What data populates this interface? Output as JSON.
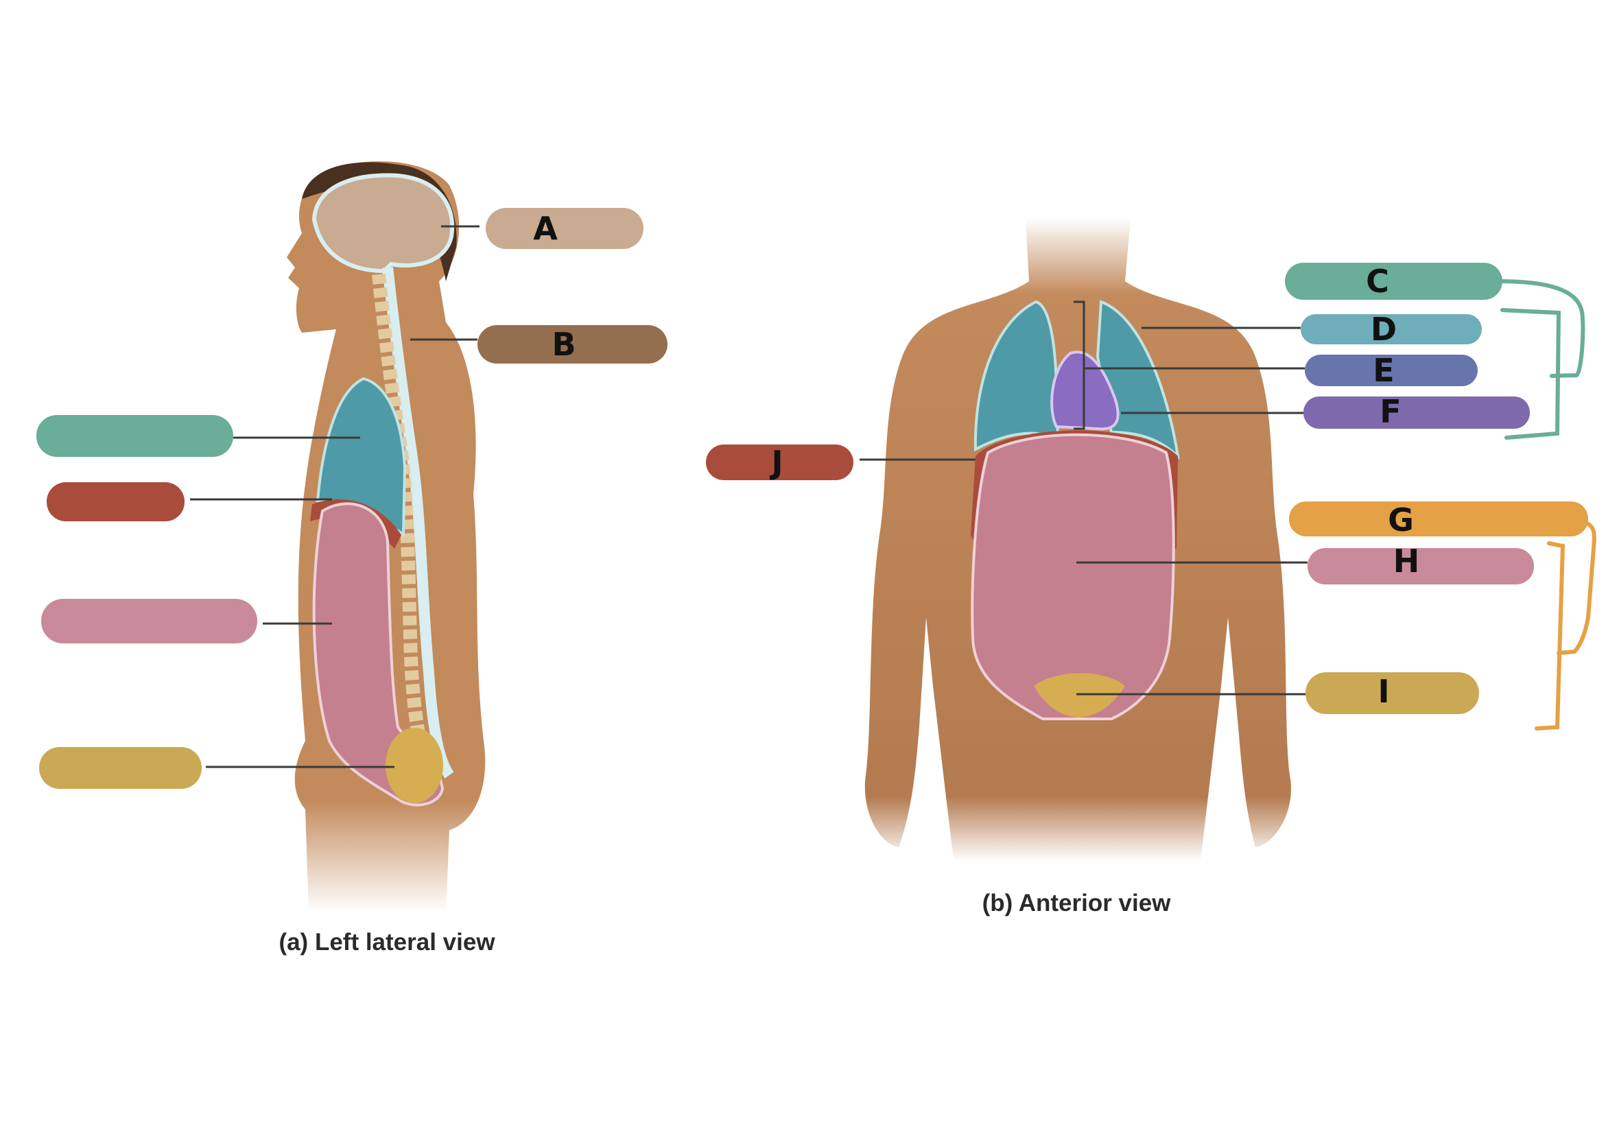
{
  "captions": {
    "lateral": "(a) Left lateral view",
    "anterior": "(b) Anterior view"
  },
  "labels": {
    "A": {
      "text": "A",
      "color": "#c9ab92"
    },
    "B": {
      "text": "B",
      "color": "#946f4f"
    },
    "C": {
      "text": "C",
      "color": "#6aad98"
    },
    "D": {
      "text": "D",
      "color": "#6daeba"
    },
    "E": {
      "text": "E",
      "color": "#6775ac"
    },
    "F": {
      "text": "F",
      "color": "#7e69ac"
    },
    "G": {
      "text": "G",
      "color": "#e5a146"
    },
    "H": {
      "text": "H",
      "color": "#c98a9a"
    },
    "I": {
      "text": "I",
      "color": "#cba954"
    },
    "J": {
      "text": "J",
      "color": "#a94c3b"
    }
  },
  "colors": {
    "skin": "#c38a5c",
    "skin_dark": "#8f5c36",
    "brain": "#c9ab92",
    "lung": "#4e9aa6",
    "heart": "#8a6cc0",
    "diaphragm": "#a94c3b",
    "abdomen": "#c4808f",
    "pelvis": "#d7ad52",
    "bracket_teal": "#6aad98",
    "bracket_orange": "#e5a146"
  }
}
